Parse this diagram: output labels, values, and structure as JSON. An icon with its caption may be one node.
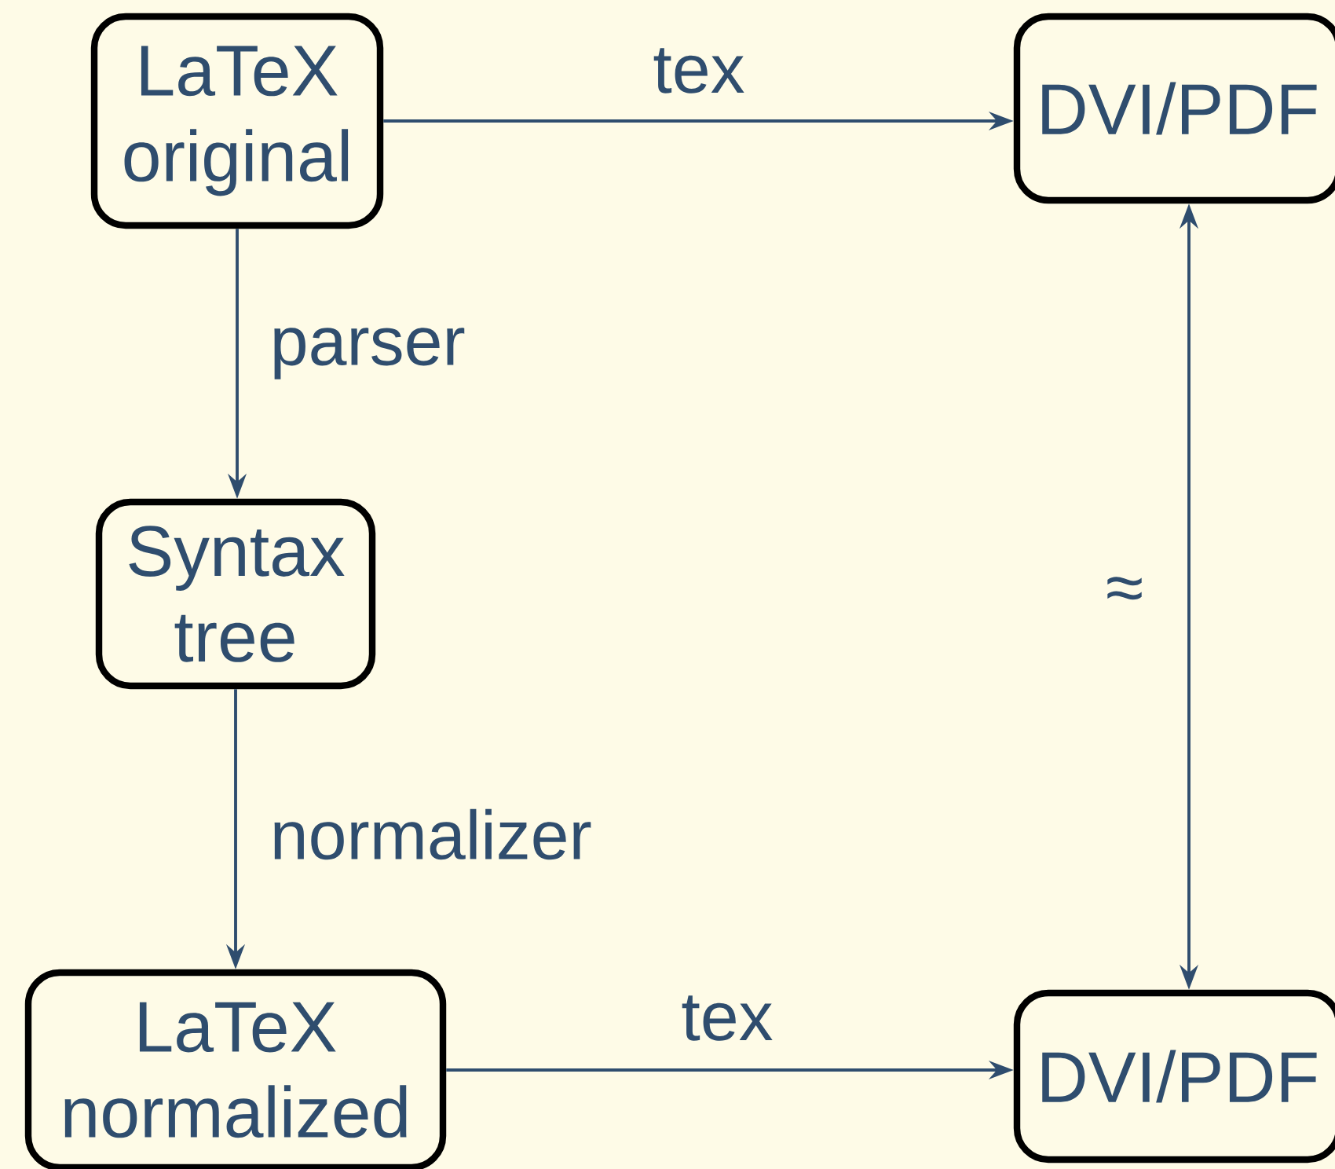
{
  "diagram": {
    "nodes": [
      {
        "text": [
          "LaTeX original"
        ]
      },
      {
        "text": [
          "DVI/PDF"
        ]
      },
      {
        "text": [
          "Syntax tree"
        ]
      },
      {
        "text": [
          "LaTeX normalized"
        ]
      },
      {
        "text": [
          "DVI/PDF"
        ]
      }
    ],
    "edges": [
      {
        "from": 0,
        "to": 1,
        "arrow": "to",
        "label": "tex"
      },
      {
        "from": 0,
        "to": 2,
        "arrow": "to",
        "label": "parser"
      },
      {
        "from": 2,
        "to": 3,
        "arrow": "to",
        "label": "normalizer"
      },
      {
        "from": 3,
        "to": 4,
        "arrow": "to",
        "label": "tex"
      },
      {
        "from": 1,
        "to": 4,
        "arrow": "both",
        "label": "≈"
      }
    ]
  }
}
